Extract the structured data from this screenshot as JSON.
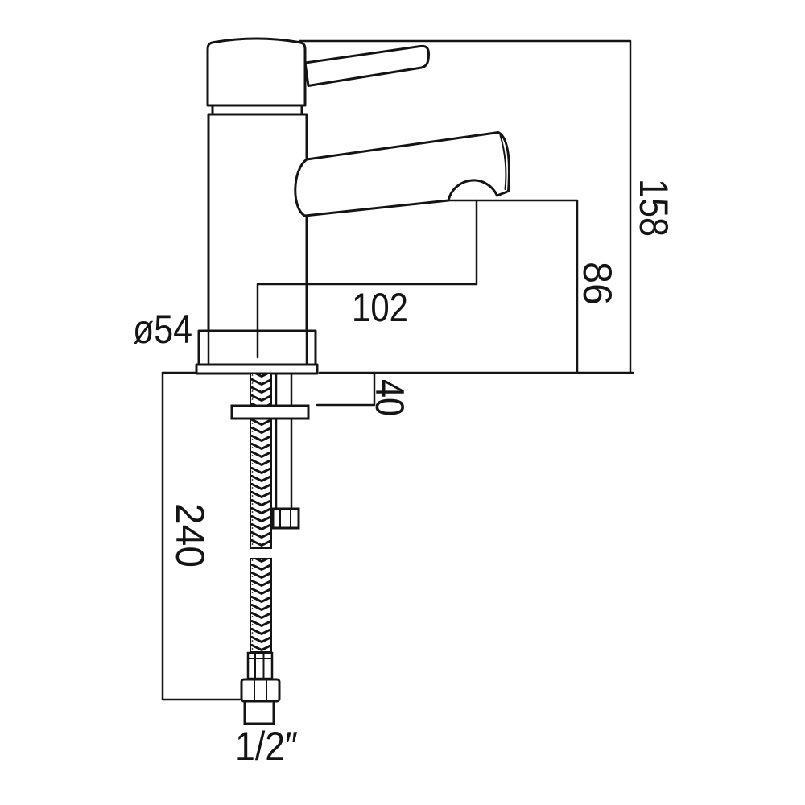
{
  "drawing": {
    "dimensions": {
      "total_height_mm": "158",
      "spout_height_mm": "86",
      "spout_reach_mm": "102",
      "base_diameter": "ø54",
      "max_deck_thickness_mm": "40",
      "hose_length_mm": "240",
      "connection_size": "1/2″"
    },
    "style": {
      "line_color": "#141414",
      "background_color": "#ffffff"
    }
  }
}
